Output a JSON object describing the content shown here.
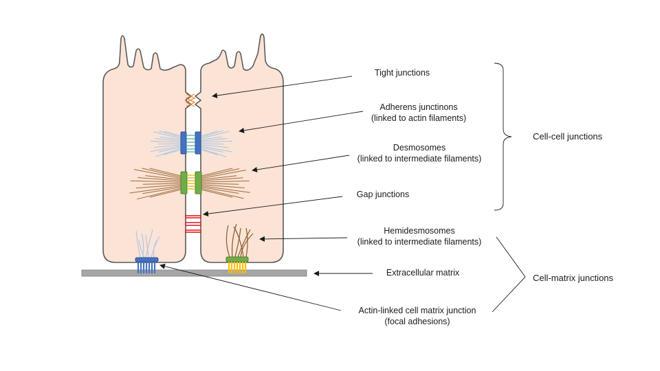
{
  "labels": {
    "tight": "Tight junctions",
    "adherens_1": "Adherens junctinons",
    "adherens_2": "(linked to actin filaments)",
    "desmo_1": "Desmosomes",
    "desmo_2": "(linked to intermediate filaments)",
    "gap": "Gap junctions",
    "hemi_1": "Hemidesmosomes",
    "hemi_2": "(linked to intermediate filaments)",
    "ecm": "Extracellular matrix",
    "focal_1": "Actin-linked cell matrix junction",
    "focal_2": "(focal adhesions)"
  },
  "groups": {
    "cell_cell": "Cell-cell junctions",
    "cell_matrix": "Cell-matrix junctions"
  },
  "colors": {
    "cell_fill": "#fbe3d5",
    "cell_stroke": "#595959",
    "matrix": "#a6a6a6",
    "adherens": "#4472c4",
    "actin": "#9dc3e6",
    "desmosome": "#70ad47",
    "intermediate": "#8b5a2b",
    "hemidesmosome_plaque": "#70ad47",
    "hemidesmosome_integrin": "#ffc000",
    "gap": "#e02020",
    "tight": "#ed7d31"
  }
}
